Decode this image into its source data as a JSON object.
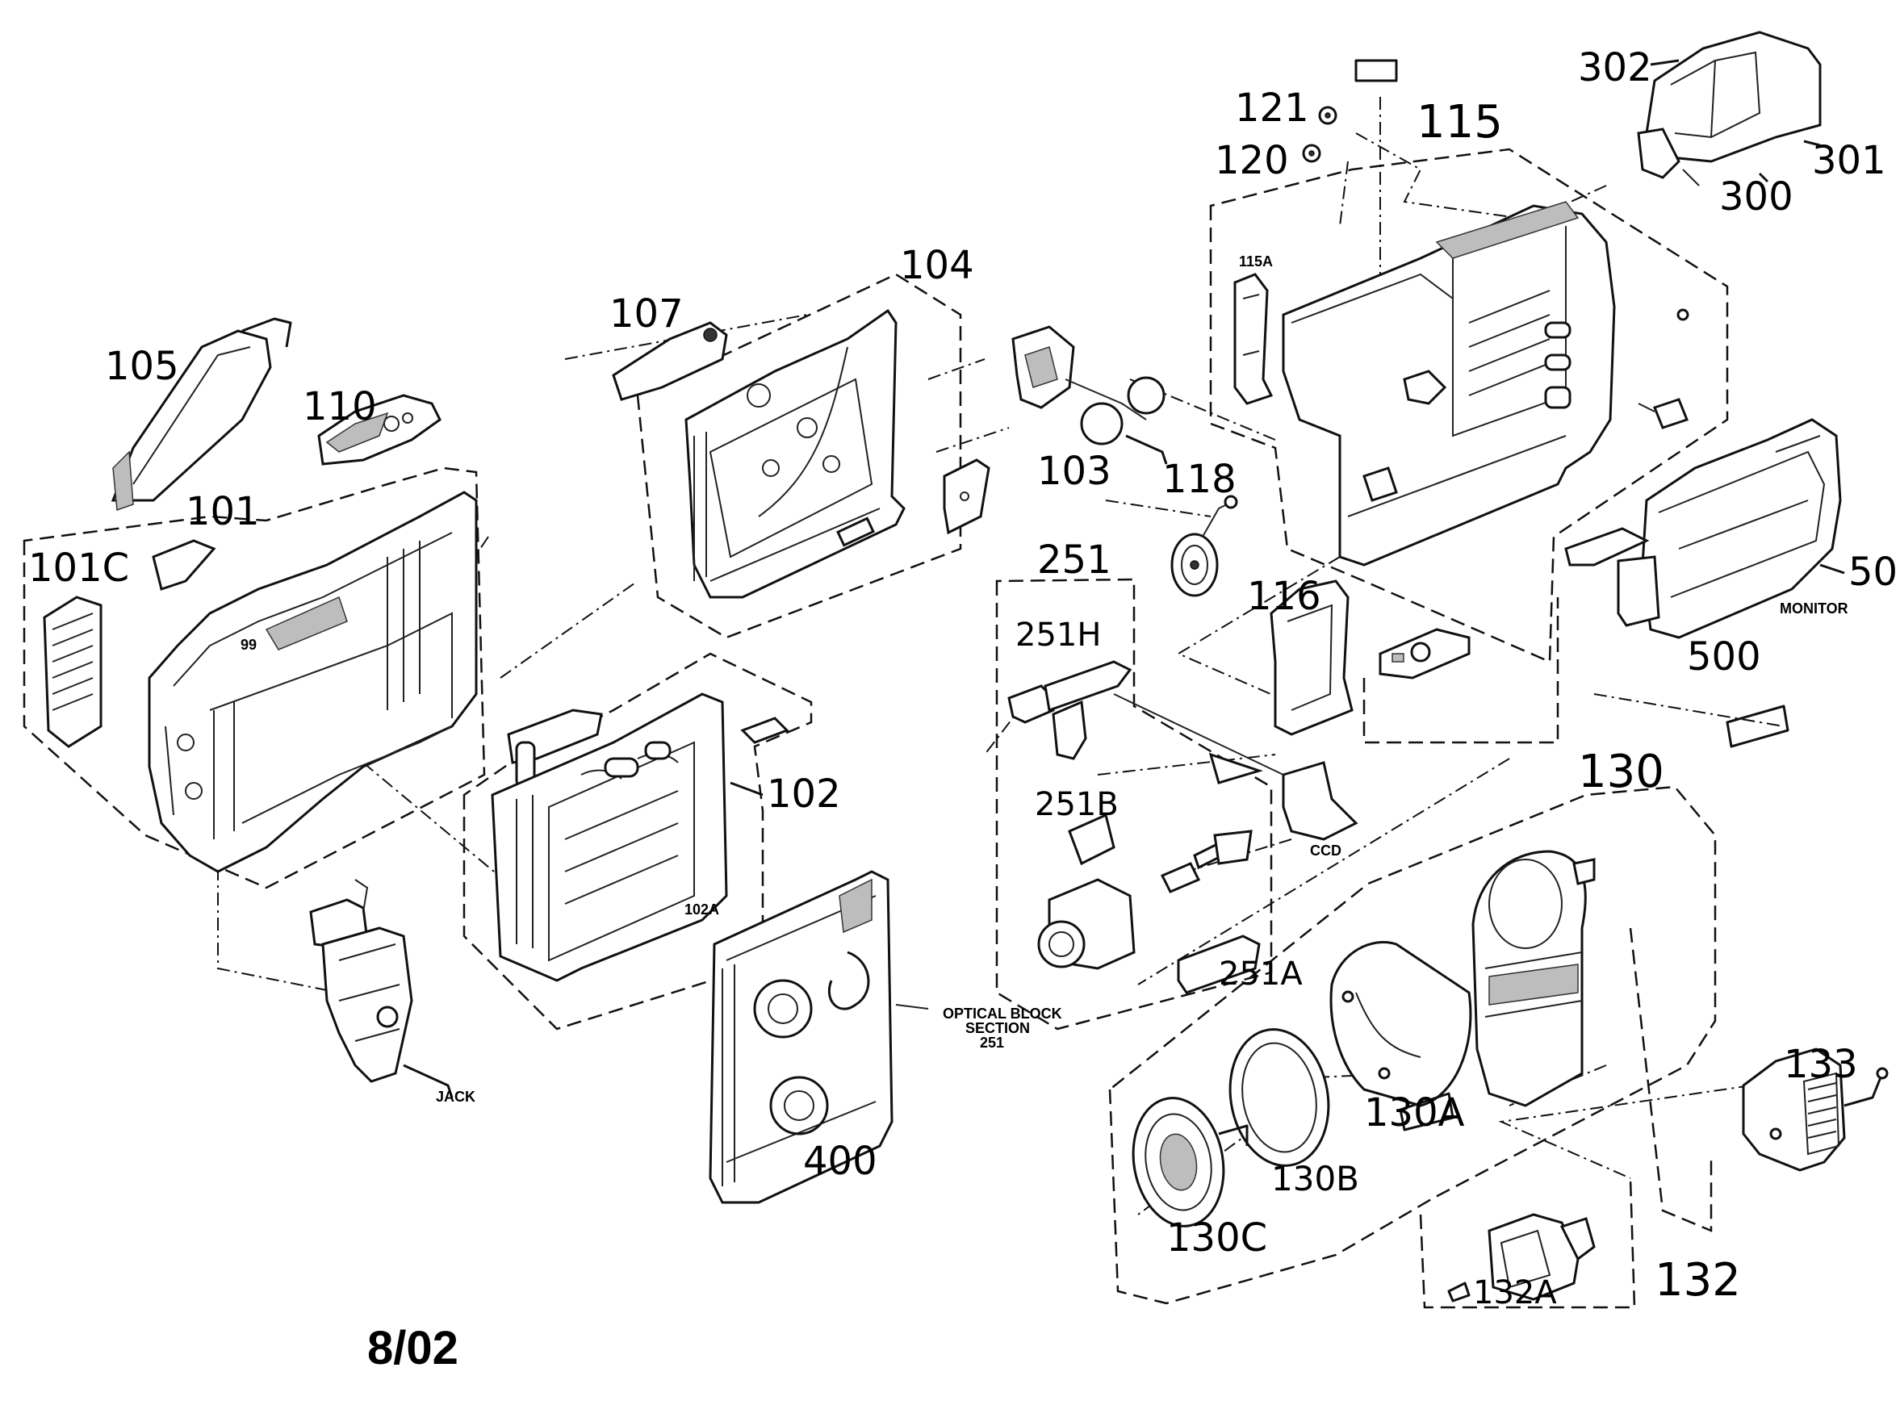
{
  "labels": {
    "p105": "105",
    "p110": "110",
    "p101": "101",
    "p101c": "101C",
    "p107": "107",
    "p104": "104",
    "p103": "103",
    "p118": "118",
    "p251": "251",
    "p251h": "251H",
    "p251b": "251B",
    "p251a": "251A",
    "pccd": "CCD",
    "p102": "102",
    "p102a": "102A",
    "p400": "400",
    "optical1": "OPTICAL BLOCK",
    "optical2": "SECTION",
    "optical3": "251",
    "jack": "JACK",
    "p121": "121",
    "p120": "120",
    "p115": "115",
    "p115a": "115A",
    "p116": "116",
    "p302": "302",
    "p301": "301",
    "p300": "300",
    "p50": "50",
    "monitor": "MONITOR",
    "p500": "500",
    "p130": "130",
    "p130a": "130A",
    "p130b": "130B",
    "p130c": "130C",
    "p133": "133",
    "p132": "132",
    "p132a": "132A",
    "date": "8/02"
  }
}
